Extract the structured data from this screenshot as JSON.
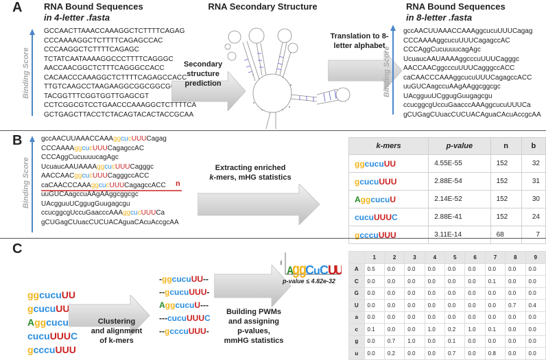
{
  "panels": {
    "A": {
      "letter": "A",
      "left_title_1": "RNA Bound Sequences",
      "left_title_2": "in 4-letter .fasta",
      "center_title": "RNA Secondary Structure",
      "right_title_1": "RNA Bound Sequences",
      "right_title_2": "in 8-letter .fasta",
      "axis_label": "Binding Score",
      "arrow1_text": "Secondary structure prediction",
      "arrow2_text": "Translation to 8-letter alphabet",
      "left_seqs": [
        "GCCAACTTAAACCAAAGGCTCTTTTCAGAG",
        "CCCAAAAGGCTCTTTTCAGAGCCAC",
        "CCCAAGGCTCTTTTCAGAGC",
        "TCTATCAATAAAAGGCCCTTTTCAGGGC",
        "AACCAACGGCTCTTTCAGGGCCACC",
        "CACAACCCAAAGGCTCTTTTCAGAGCCACC",
        "TTGTCAAGCCTAAGAAGGCGGCGGCGC",
        "TACGGTTTCGGTGGTTGAGCGT",
        "CCTCGGCGTCCTGAACCCAAAGGCTCTTTTCA",
        "GCTGAGCTTACCTCTACAGTACACTACCGCAA"
      ],
      "right_seqs": [
        "gccAACUUAAACCAAAggcucuUUUCagag",
        "CCCAAAAggcucuUUUCagagccAC",
        "CCCAggCucuuuucagAgc",
        "UcuaucAAUAAAAggcccuUUUCagggc",
        "AACCAACggcccuUUUCagggccACC",
        "caCAACCCAAAggcucuUUUCagagccACC",
        "uuGUCAagccuAAgAAggcggcgc",
        "UAcgguuUCggugGuugagcgu",
        "ccucggcgUccuGaacccAAAggcucuUUUCa",
        "gCUGagCUuacCUCUACAguaCAcuAccgcAA"
      ]
    },
    "B": {
      "letter": "B",
      "axis_label": "Binding Score",
      "arrow_text_1": "Extracting enriched",
      "arrow_text_2": "k-mers, mHG statistics",
      "cut_label": "n",
      "seq_lines": [
        [
          {
            "t": "gccAACUUAAACCAAA",
            "c": "k"
          },
          {
            "t": "gg",
            "c": "y"
          },
          {
            "t": "cu",
            "c": "b"
          },
          {
            "t": "c",
            "c": "y"
          },
          {
            "t": "UUU",
            "c": "r"
          },
          {
            "t": "Cagag",
            "c": "k"
          }
        ],
        [
          {
            "t": "CCCAAAA",
            "c": "k"
          },
          {
            "t": "gg",
            "c": "y"
          },
          {
            "t": "cu",
            "c": "b"
          },
          {
            "t": "c",
            "c": "y"
          },
          {
            "t": "UUU",
            "c": "r"
          },
          {
            "t": "CagagccAC",
            "c": "k"
          }
        ],
        [
          {
            "t": "CCCAggCucuuuucagAgc",
            "c": "k"
          }
        ],
        [
          {
            "t": "UcuaucAAUAAAA",
            "c": "k"
          },
          {
            "t": "gg",
            "c": "y"
          },
          {
            "t": "cu",
            "c": "b"
          },
          {
            "t": "c",
            "c": "y"
          },
          {
            "t": "UUU",
            "c": "r"
          },
          {
            "t": "Cagggc",
            "c": "k"
          }
        ],
        [
          {
            "t": "AACCAAC",
            "c": "k"
          },
          {
            "t": "gg",
            "c": "y"
          },
          {
            "t": "cu",
            "c": "b"
          },
          {
            "t": "c",
            "c": "y"
          },
          {
            "t": "UUU",
            "c": "r"
          },
          {
            "t": "CagggccACC",
            "c": "k"
          }
        ],
        [
          {
            "t": "caCAACCCAAA",
            "c": "k"
          },
          {
            "t": "gg",
            "c": "y"
          },
          {
            "t": "cu",
            "c": "b"
          },
          {
            "t": "c",
            "c": "y"
          },
          {
            "t": "UUU",
            "c": "r"
          },
          {
            "t": "CagagccACC",
            "c": "k"
          }
        ],
        [
          {
            "t": "uuGUCAagccuAAgAAggcggcgc",
            "c": "k"
          }
        ],
        [
          {
            "t": "UAcgguuUCggugGuugagcgu",
            "c": "k"
          }
        ],
        [
          {
            "t": "ccucggcgUccuGaacccAAA",
            "c": "k"
          },
          {
            "t": "gg",
            "c": "y"
          },
          {
            "t": "cu",
            "c": "b"
          },
          {
            "t": "c",
            "c": "y"
          },
          {
            "t": "UUU",
            "c": "r"
          },
          {
            "t": "Ca",
            "c": "k"
          }
        ],
        [
          {
            "t": "gCUGagCUuacCUCUACAguaCAcuAccgcAA",
            "c": "k"
          }
        ]
      ],
      "table": {
        "headers": [
          "k-mers",
          "p-value",
          "n",
          "b"
        ],
        "rows": [
          {
            "kmer": [
              {
                "t": "gg",
                "c": "y"
              },
              {
                "t": "cucu",
                "c": "b"
              },
              {
                "t": "UU",
                "c": "r"
              }
            ],
            "p": "4.55E-55",
            "n": "152",
            "b": "32"
          },
          {
            "kmer": [
              {
                "t": "g",
                "c": "y"
              },
              {
                "t": "cucu",
                "c": "b"
              },
              {
                "t": "UUU",
                "c": "r"
              }
            ],
            "p": "2.88E-54",
            "n": "152",
            "b": "31"
          },
          {
            "kmer": [
              {
                "t": "A",
                "c": "g"
              },
              {
                "t": "gg",
                "c": "y"
              },
              {
                "t": "cucu",
                "c": "b"
              },
              {
                "t": "U",
                "c": "r"
              }
            ],
            "p": "2.14E-52",
            "n": "152",
            "b": "30"
          },
          {
            "kmer": [
              {
                "t": "cucu",
                "c": "b"
              },
              {
                "t": "UUU",
                "c": "r"
              },
              {
                "t": "C",
                "c": "b"
              }
            ],
            "p": "2.88E-41",
            "n": "152",
            "b": "24"
          },
          {
            "kmer": [
              {
                "t": "g",
                "c": "y"
              },
              {
                "t": "cccu",
                "c": "b"
              },
              {
                "t": "UUU",
                "c": "r"
              }
            ],
            "p": "3.11E-14",
            "n": "68",
            "b": "7"
          }
        ]
      }
    },
    "C": {
      "letter": "C",
      "arrow1_text": "Clustering and alignment of k-mers",
      "arrow2_text": "Building PWMs and assigning p-values, mmHG statistics",
      "pvalue_text": "p-value ≤ 4.82e-32",
      "logo_ylabel": "bits",
      "left_kmers": [
        [
          {
            "t": "gg",
            "c": "y"
          },
          {
            "t": "cucu",
            "c": "b"
          },
          {
            "t": "UU",
            "c": "r"
          }
        ],
        [
          {
            "t": "g",
            "c": "y"
          },
          {
            "t": "cucu",
            "c": "b"
          },
          {
            "t": "UUU",
            "c": "r"
          }
        ],
        [
          {
            "t": "A",
            "c": "g"
          },
          {
            "t": "gg",
            "c": "y"
          },
          {
            "t": "cucu",
            "c": "b"
          },
          {
            "t": "U",
            "c": "r"
          }
        ],
        [
          {
            "t": "cucu",
            "c": "b"
          },
          {
            "t": "UUU",
            "c": "r"
          },
          {
            "t": "C",
            "c": "b"
          }
        ],
        [
          {
            "t": "g",
            "c": "y"
          },
          {
            "t": "cccu",
            "c": "b"
          },
          {
            "t": "UUU",
            "c": "r"
          }
        ]
      ],
      "aligned_kmers": [
        [
          {
            "t": "-",
            "c": "k"
          },
          {
            "t": "gg",
            "c": "y"
          },
          {
            "t": "cucu",
            "c": "b"
          },
          {
            "t": "UU",
            "c": "r"
          },
          {
            "t": "--",
            "c": "k"
          }
        ],
        [
          {
            "t": "--",
            "c": "k"
          },
          {
            "t": "g",
            "c": "y"
          },
          {
            "t": "cucu",
            "c": "b"
          },
          {
            "t": "UUU",
            "c": "r"
          },
          {
            "t": "-",
            "c": "k"
          }
        ],
        [
          {
            "t": "A",
            "c": "g"
          },
          {
            "t": "gg",
            "c": "y"
          },
          {
            "t": "cucu",
            "c": "b"
          },
          {
            "t": "U",
            "c": "r"
          },
          {
            "t": "---",
            "c": "k"
          }
        ],
        [
          {
            "t": "---",
            "c": "k"
          },
          {
            "t": "cucu",
            "c": "b"
          },
          {
            "t": "UUU",
            "c": "r"
          },
          {
            "t": "C",
            "c": "b"
          }
        ],
        [
          {
            "t": "--",
            "c": "k"
          },
          {
            "t": "g",
            "c": "y"
          },
          {
            "t": "cccu",
            "c": "b"
          },
          {
            "t": "UUU",
            "c": "r"
          },
          {
            "t": "-",
            "c": "k"
          }
        ]
      ],
      "pwm": {
        "columns": [
          "1",
          "2",
          "3",
          "4",
          "5",
          "6",
          "7",
          "8",
          "9"
        ],
        "rows": [
          {
            "label": "A",
            "values": [
              "0.5",
              "0.0",
              "0.0",
              "0.0",
              "0.0",
              "0.0",
              "0.0",
              "0.0",
              "0.0"
            ]
          },
          {
            "label": "C",
            "values": [
              "0.0",
              "0.0",
              "0.0",
              "0.0",
              "0.0",
              "0.0",
              "0.1",
              "0.0",
              "0.0"
            ]
          },
          {
            "label": "G",
            "values": [
              "0.0",
              "0.0",
              "0.0",
              "0.0",
              "0.0",
              "0.0",
              "0.0",
              "0.0",
              "0.0"
            ]
          },
          {
            "label": "U",
            "values": [
              "0.0",
              "0.0",
              "0.0",
              "0.0",
              "0.0",
              "0.0",
              "0.0",
              "0.7",
              "0.4"
            ]
          },
          {
            "label": "a",
            "values": [
              "0.0",
              "0.0",
              "0.0",
              "0.0",
              "0.0",
              "0.0",
              "0.0",
              "0.0",
              "0.0"
            ]
          },
          {
            "label": "c",
            "values": [
              "0.1",
              "0.0",
              "0.0",
              "1.0",
              "0.2",
              "1.0",
              "0.1",
              "0.0",
              "0.0"
            ]
          },
          {
            "label": "g",
            "values": [
              "0.0",
              "0.7",
              "1.0",
              "0.0",
              "0.1",
              "0.0",
              "0.0",
              "0.0",
              "0.0"
            ]
          },
          {
            "label": "u",
            "values": [
              "0.0",
              "0.2",
              "0.0",
              "0.0",
              "0.7",
              "0.0",
              "0.8",
              "0.0",
              "0.0"
            ]
          }
        ]
      }
    }
  },
  "colors": {
    "y": "#f2b51c",
    "r": "#cc2020",
    "g": "#2a8a2a",
    "b": "#2a8de0",
    "k": "#222222",
    "axis": "#4a86c8"
  }
}
